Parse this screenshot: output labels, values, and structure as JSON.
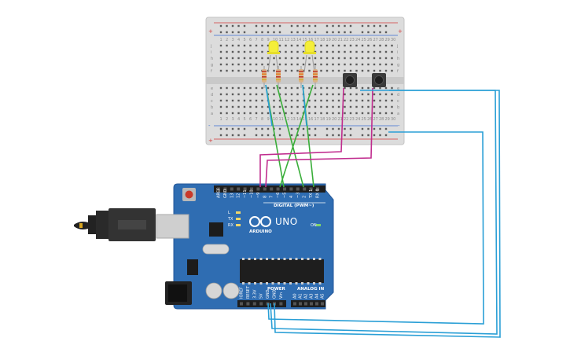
{
  "board": {
    "name": "UNO",
    "brand": "ARDUINO",
    "digital_label": "DIGITAL (PWM~)",
    "power_label": "POWER",
    "analog_label": "ANALOG IN",
    "on_label": "ON",
    "led_labels": [
      "L",
      "TX",
      "RX"
    ],
    "top_header_pins": [
      "AREF",
      "GND",
      "13",
      "12",
      "~11",
      "~10",
      "~9",
      "8",
      "7",
      "~6",
      "~5",
      "4",
      "~3",
      "2",
      "TX 1",
      "RX 0"
    ],
    "power_pins": [
      "IOREF",
      "RESET",
      "3.3V",
      "5V",
      "GND",
      "GND",
      "Vin"
    ],
    "analog_pins": [
      "A0",
      "A1",
      "A2",
      "A3",
      "A4",
      "A5"
    ]
  },
  "breadboard": {
    "rail_plus": "+",
    "rail_minus": "-",
    "row_letters_top": [
      "j",
      "i",
      "h",
      "g",
      "f"
    ],
    "row_letters_bottom": [
      "e",
      "d",
      "c",
      "b",
      "a"
    ],
    "column_numbers": [
      "1",
      "2",
      "3",
      "4",
      "5",
      "6",
      "7",
      "8",
      "9",
      "10",
      "11",
      "12",
      "13",
      "14",
      "15",
      "16",
      "17",
      "18",
      "19",
      "20",
      "21",
      "22",
      "23",
      "24",
      "25",
      "26",
      "27",
      "28",
      "29",
      "30"
    ]
  },
  "colors": {
    "board_blue": "#2f6db2",
    "breadboard": "#dcdcdc",
    "led_yellow": "#f4ee3a",
    "wire_green": "#3aae3a",
    "wire_blue": "#2a9fd6",
    "wire_magenta": "#c02c8e",
    "rail_red": "#d23a3a",
    "rail_blue": "#3a6ed2"
  }
}
